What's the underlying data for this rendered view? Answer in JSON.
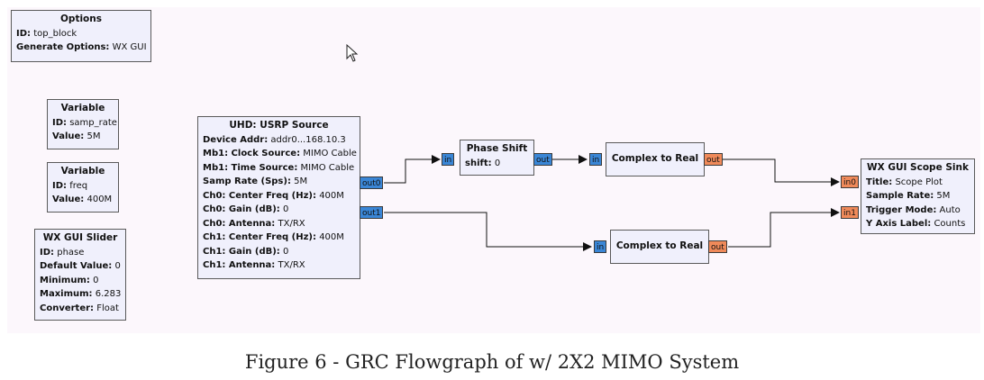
{
  "blocks": {
    "options": {
      "title": "Options",
      "rows": [
        {
          "k": "ID:",
          "v": "top_block"
        },
        {
          "k": "Generate Options:",
          "v": "WX GUI"
        }
      ]
    },
    "var_samp_rate": {
      "title": "Variable",
      "rows": [
        {
          "k": "ID:",
          "v": "samp_rate"
        },
        {
          "k": "Value:",
          "v": "5M"
        }
      ]
    },
    "var_freq": {
      "title": "Variable",
      "rows": [
        {
          "k": "ID:",
          "v": "freq"
        },
        {
          "k": "Value:",
          "v": "400M"
        }
      ]
    },
    "slider": {
      "title": "WX GUI Slider",
      "rows": [
        {
          "k": "ID:",
          "v": "phase"
        },
        {
          "k": "Default Value:",
          "v": "0"
        },
        {
          "k": "Minimum:",
          "v": "0"
        },
        {
          "k": "Maximum:",
          "v": "6.283"
        },
        {
          "k": "Converter:",
          "v": "Float"
        }
      ]
    },
    "usrp": {
      "title": "UHD: USRP Source",
      "rows": [
        {
          "k": "Device Addr:",
          "v": "addr0...168.10.3"
        },
        {
          "k": "Mb1: Clock Source:",
          "v": "MIMO Cable"
        },
        {
          "k": "Mb1: Time Source:",
          "v": "MIMO Cable"
        },
        {
          "k": "Samp Rate (Sps):",
          "v": "5M"
        },
        {
          "k": "Ch0: Center Freq (Hz):",
          "v": "400M"
        },
        {
          "k": "Ch0: Gain (dB):",
          "v": "0"
        },
        {
          "k": "Ch0: Antenna:",
          "v": "TX/RX"
        },
        {
          "k": "Ch1: Center Freq (Hz):",
          "v": "400M"
        },
        {
          "k": "Ch1: Gain (dB):",
          "v": "0"
        },
        {
          "k": "Ch1: Antenna:",
          "v": "TX/RX"
        }
      ],
      "ports": {
        "out0": "out0",
        "out1": "out1"
      }
    },
    "phase_shift": {
      "title": "Phase Shift",
      "rows": [
        {
          "k": "shift:",
          "v": "0"
        }
      ],
      "ports": {
        "in": "in",
        "out": "out"
      }
    },
    "c2r_top": {
      "title": "Complex to Real",
      "ports": {
        "in": "in",
        "out": "out"
      }
    },
    "c2r_bottom": {
      "title": "Complex to Real",
      "ports": {
        "in": "in",
        "out": "out"
      }
    },
    "scope": {
      "title": "WX GUI Scope Sink",
      "rows": [
        {
          "k": "Title:",
          "v": "Scope Plot"
        },
        {
          "k": "Sample Rate:",
          "v": "5M"
        },
        {
          "k": "Trigger Mode:",
          "v": "Auto"
        },
        {
          "k": "Y Axis Label:",
          "v": "Counts"
        }
      ],
      "ports": {
        "in0": "in0",
        "in1": "in1"
      }
    }
  },
  "caption": "Figure 6 - GRC Flowgraph of w/ 2X2 MIMO System",
  "colors": {
    "port_blue": "#3a86d6",
    "port_orange": "#f08a5a",
    "block_bg": "#f0f0fc",
    "canvas_bg": "#fcf7fc"
  },
  "icons": {
    "cursor": "mouse-pointer-icon"
  }
}
